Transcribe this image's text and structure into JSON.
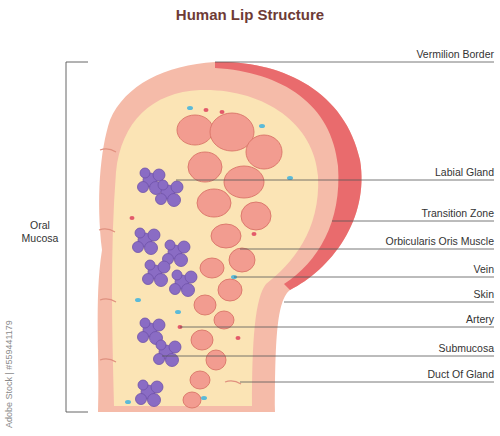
{
  "diagram": {
    "title": "Human Lip Structure",
    "labels": [
      "Vermilion Border",
      "Labial Gland",
      "Transition Zone",
      "Orbicularis Oris Muscle",
      "Vein",
      "Skin",
      "Artery",
      "Submucosa",
      "Duct Of Gland",
      "Oral Mucosa",
      "Adobe Stock | #559441179"
    ]
  }
}
